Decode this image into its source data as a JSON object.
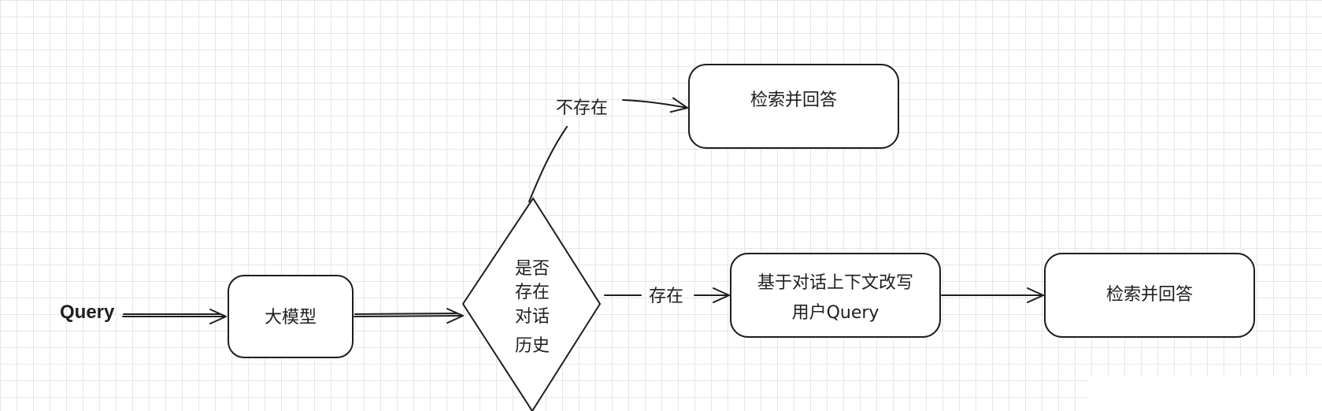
{
  "diagram": {
    "input_label": "Query",
    "model_node": "大模型",
    "decision_lines": [
      "是否",
      "存在",
      "对话",
      "历史"
    ],
    "edge_not_exist": "不存在",
    "edge_exist": "存在",
    "retrieve_top": "检索并回答",
    "rewrite_line1": "基于对话上下文改写",
    "rewrite_line2": "用户Query",
    "retrieve_right": "检索并回答"
  }
}
